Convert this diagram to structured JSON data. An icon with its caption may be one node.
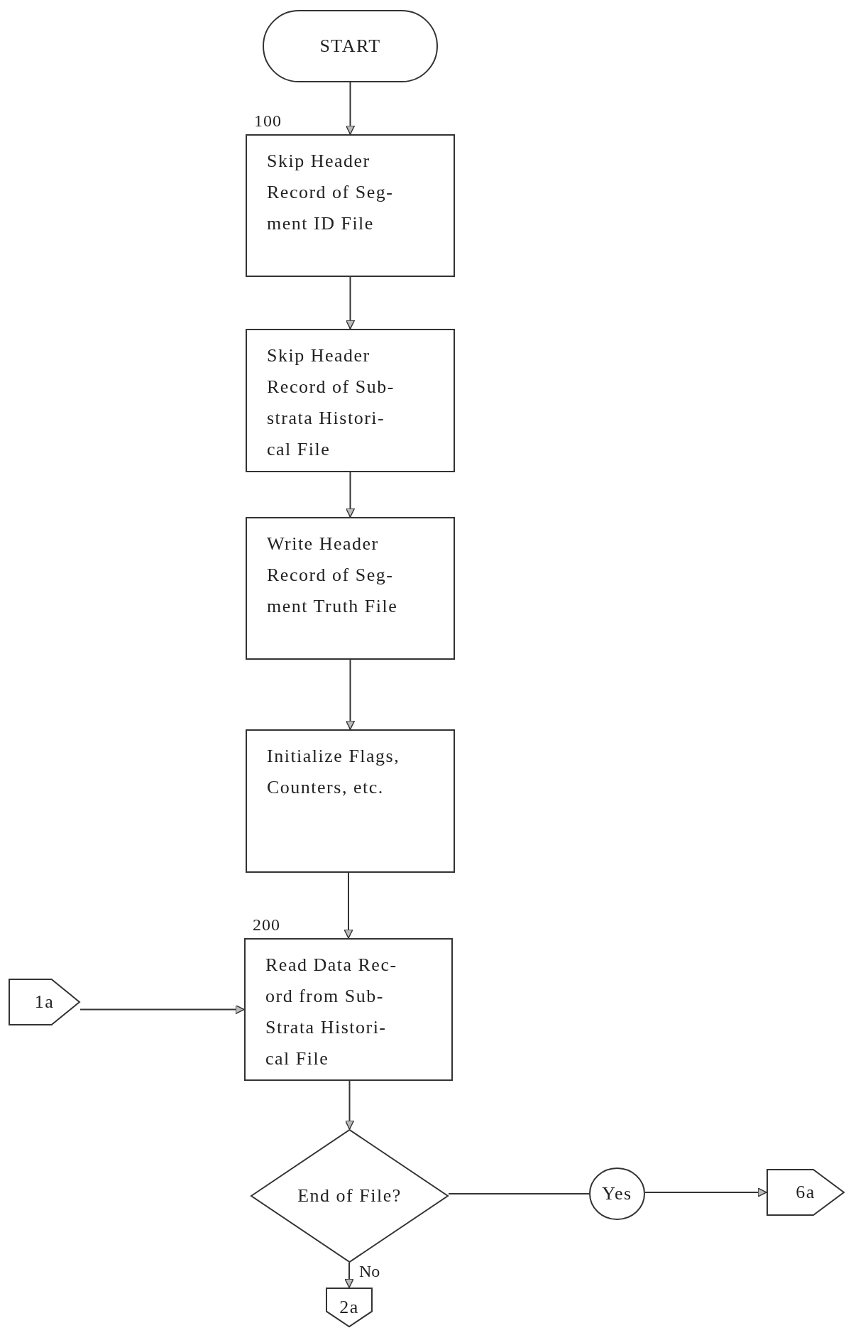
{
  "diagram": {
    "nodes": [
      {
        "text": [
          "START"
        ]
      },
      {
        "text": [
          "Skip Header Record of Seg- ment ID File"
        ],
        "beside": [
          "100"
        ]
      },
      {
        "text": [
          "Skip Header Record of Sub- strata Histori- cal File"
        ]
      },
      {
        "text": [
          "Write Header Record of Seg- ment Truth File"
        ]
      },
      {
        "text": [
          "Initialize Flags, Counters, etc."
        ]
      },
      {
        "text": [
          "Read Data Rec- ord from Sub- Strata Histori- cal File"
        ],
        "beside": [
          "200"
        ]
      },
      {
        "text": [
          "1a"
        ]
      },
      {
        "text": [
          "End of File?"
        ]
      },
      {
        "text": [
          "Yes"
        ]
      },
      {
        "text": [
          "6a"
        ]
      },
      {
        "text": [
          "2a"
        ]
      }
    ],
    "edges": [
      {
        "from": 0,
        "to": 1,
        "arrow": "to"
      },
      {
        "from": 1,
        "to": 2,
        "arrow": "to"
      },
      {
        "from": 2,
        "to": 3,
        "arrow": "to"
      },
      {
        "from": 3,
        "to": 4,
        "arrow": "to"
      },
      {
        "from": 4,
        "to": 5,
        "arrow": "to"
      },
      {
        "from": 6,
        "to": 5,
        "arrow": "to"
      },
      {
        "from": 5,
        "to": 7,
        "arrow": "to"
      },
      {
        "from": 7,
        "to": 8,
        "arrow": "none"
      },
      {
        "from": 8,
        "to": 9,
        "arrow": "to"
      },
      {
        "from": 7,
        "to": 10,
        "arrow": "to",
        "label": "No"
      }
    ]
  }
}
